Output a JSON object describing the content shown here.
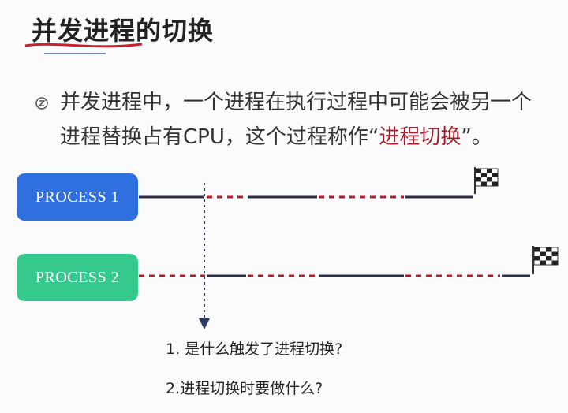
{
  "title": "并发进程的切换",
  "intro": {
    "line1": "并发进程中，一个进程在执行过程中可能会被另一个",
    "line2_before": "进程替换占有CPU，这个过程称作“",
    "line2_highlight": "进程切换",
    "line2_after": "”。"
  },
  "processes": [
    {
      "label": "PROCESS 1",
      "color": "#2f6fe0"
    },
    {
      "label": "PROCESS 2",
      "color": "#35c98d"
    }
  ],
  "colors": {
    "running_line": "#2a2f45",
    "waiting_line": "#b01e2e",
    "arrow": "#2a3a66",
    "underline": "#c8202c"
  },
  "questions": [
    "1. 是什么触发了进程切换?",
    "2.进程切换时要做什么?"
  ]
}
